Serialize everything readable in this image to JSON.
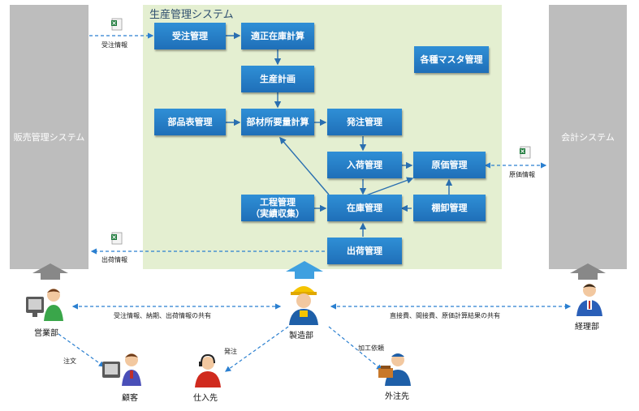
{
  "systems": {
    "sales": "販売管理システム",
    "accounting": "会計システム",
    "production_title": "生産管理システム"
  },
  "modules": {
    "order_mgmt": "受注管理",
    "proper_stock": "適正在庫計算",
    "prod_plan": "生産計画",
    "master_mgmt": "各種マスタ管理",
    "bom_mgmt": "部品表管理",
    "mrp": "部材所要量計算",
    "purchase_mgmt": "発注管理",
    "receiving_mgmt": "入荷管理",
    "cost_mgmt": "原価管理",
    "process_mgmt_1": "工程管理",
    "process_mgmt_2": "（実績収集）",
    "stock_mgmt": "在庫管理",
    "inventory_mgmt": "棚卸管理",
    "shipping_mgmt": "出荷管理"
  },
  "flow_labels": {
    "order_info": "受注情報",
    "cost_info": "原価情報",
    "shipping_info": "出荷情報",
    "share_sales": "受注情報、納期、出荷情報の共有",
    "share_accounting": "直接費、間接費、原価計算結果の共有",
    "order_customer": "注文",
    "order_supplier": "発注",
    "subcontract": "加工依頼"
  },
  "roles": {
    "sales_dept": "営業部",
    "manufacturing_dept": "製造部",
    "accounting_dept": "経理部",
    "customer": "顧客",
    "supplier": "仕入先",
    "subcontractor": "外注先"
  },
  "colors": {
    "module_box": "#2078c4",
    "production_bg": "#e4efd1",
    "system_col": "#bdbdbd",
    "dashed_line": "#2a7fd0"
  },
  "icons": {
    "excel": "excel-sheet-icon",
    "person": "person-icon"
  }
}
